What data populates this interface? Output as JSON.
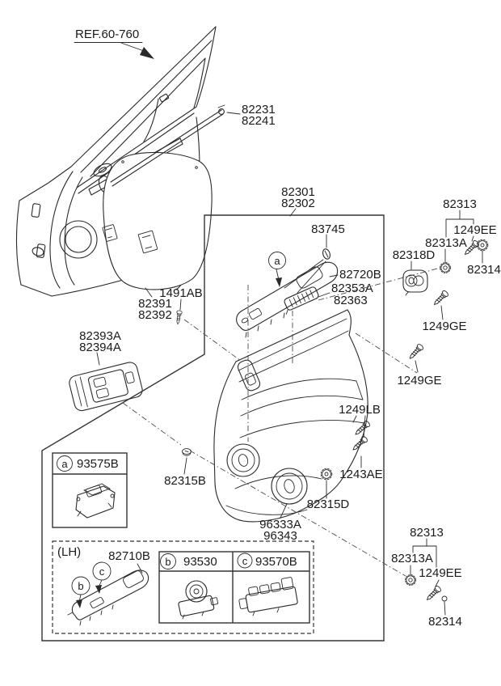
{
  "parts": {
    "ref": "REF.60-760",
    "p82231": "82231",
    "p82241": "82241",
    "p82301": "82301",
    "p82302": "82302",
    "p83745": "83745",
    "p82720B": "82720B",
    "p82353A": "82353A",
    "p82363": "82363",
    "p1491AB": "1491AB",
    "p82391": "82391",
    "p82392": "82392",
    "p82393A": "82393A",
    "p82394A": "82394A",
    "p93575B": "93575B",
    "p82315B": "82315B",
    "p1249LB": "1249LB",
    "p1243AE": "1243AE",
    "p82315D": "82315D",
    "p96333A": "96333A",
    "p96343": "96343",
    "p82313_upper": "82313",
    "p82313A_upper": "82313A",
    "p1249EE_upper": "1249EE",
    "p82318D": "82318D",
    "p82314_upper": "82314",
    "p1249GE_1": "1249GE",
    "p1249GE_2": "1249GE",
    "p82313_lower": "82313",
    "p82313A_lower": "82313A",
    "p1249EE_lower": "1249EE",
    "p82314_lower": "82314",
    "p82710B": "82710B",
    "p93530": "93530",
    "p93570B": "93570B"
  },
  "captions": {
    "lh": "(LH)"
  },
  "callouts": {
    "a": "a",
    "b": "b",
    "c": "c"
  },
  "colors": {
    "line": "#2a2a2a",
    "text": "#1a1a1a",
    "background": "#ffffff"
  }
}
